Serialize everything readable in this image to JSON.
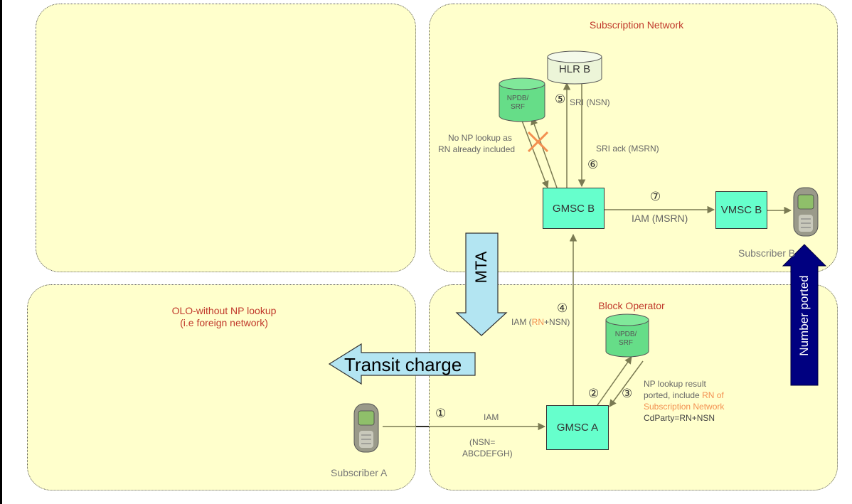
{
  "regions": {
    "subscription": {
      "title": "Subscription Network"
    },
    "block": {
      "title": "Block Operator"
    },
    "olo": {
      "title_line1": "OLO-without NP lookup",
      "title_line2": "(i.e foreign network)"
    }
  },
  "nodes": {
    "gmsc_b": "GMSC B",
    "vmsc_b": "VMSC B",
    "gmsc_a": "GMSC A",
    "hlr_b": "HLR B",
    "npdb_b": "NPDB/ SRF",
    "npdb_a": "NPDB/ SRF"
  },
  "subscribers": {
    "a": "Subscriber A",
    "b": "Subscriber B"
  },
  "steps": {
    "s1": "①",
    "s2": "②",
    "s3": "③",
    "s4": "④",
    "s5": "⑤",
    "s6": "⑥",
    "s7": "⑦"
  },
  "messages": {
    "sri": "SRI (NSN)",
    "sri_ack": "SRI ack (MSRN)",
    "no_np_line1": "No NP lookup as",
    "no_np_line2": "RN already included",
    "iam_msrn": "IAM (MSRN)",
    "iam_rn_prefix": "IAM (",
    "iam_rn_rn": "RN",
    "iam_rn_suffix": "+NSN)",
    "iam": "IAM",
    "nsn_line1": "(NSN=",
    "nsn_line2": "ABCDEFGH)",
    "np_result_line1": "NP lookup result",
    "np_result_line2_a": "ported, include ",
    "np_result_line2_b": "RN of",
    "np_result_line3": "Subscription Network",
    "np_result_line4": "CdParty=RN+NSN"
  },
  "arrows": {
    "mta": "MTA",
    "transit": "Transit charge",
    "number_ported": "Number ported"
  },
  "colors": {
    "region_fill": "#ffffcc",
    "node_fill": "#66ffcc",
    "title_red": "#c0392b",
    "highlight_orange": "#f39050",
    "big_arrow_fill": "#b3e5f2",
    "number_ported_fill": "#000080",
    "flow_line": "#7a7a52"
  }
}
